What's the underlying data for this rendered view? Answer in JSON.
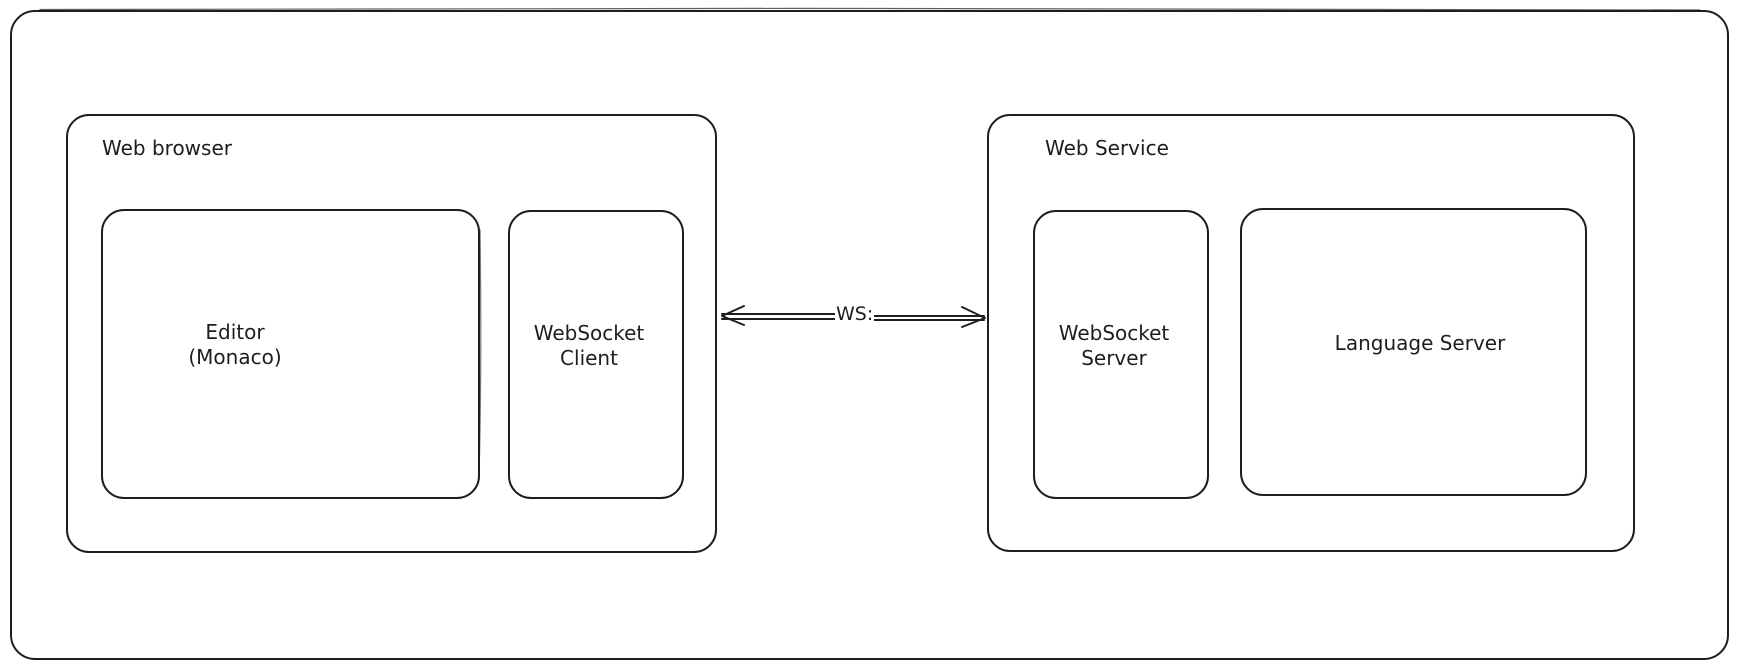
{
  "diagram": {
    "stroke_color": "#1e1e1e",
    "background": "#ffffff",
    "browser": {
      "title": "Web browser",
      "editor": {
        "label": "Editor\n(Monaco)"
      },
      "ws_client": {
        "label": "WebSocket\nClient"
      }
    },
    "service": {
      "title": "Web Service",
      "ws_server": {
        "label": "WebSocket\nServer"
      },
      "language_server": {
        "label": "Language Server"
      }
    },
    "connection": {
      "label": "WS:",
      "direction": "bidirectional"
    }
  }
}
